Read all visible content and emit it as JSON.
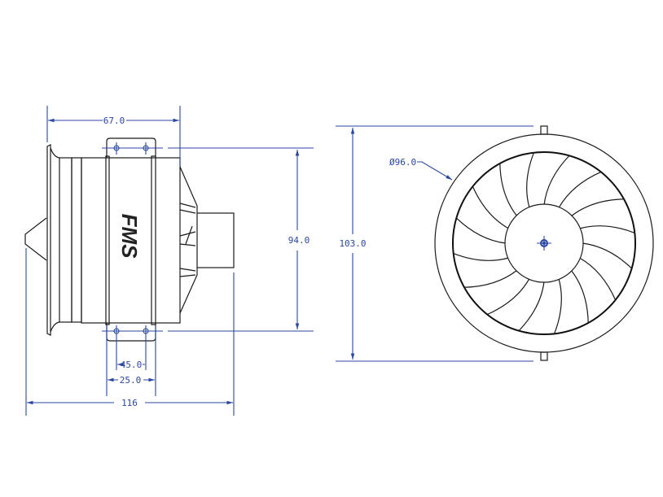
{
  "drawing": {
    "logo": "FMS",
    "dimensions": {
      "overall_length": "116",
      "body_length": "67.0",
      "mount_height": "94.0",
      "outer_height": "103.0",
      "diameter": "Ø96.0",
      "hole_spacing": "45.0",
      "tab_width": "25.0"
    },
    "colors": {
      "dimension": "#2a47a3",
      "outline": "#1a1a1a"
    }
  }
}
